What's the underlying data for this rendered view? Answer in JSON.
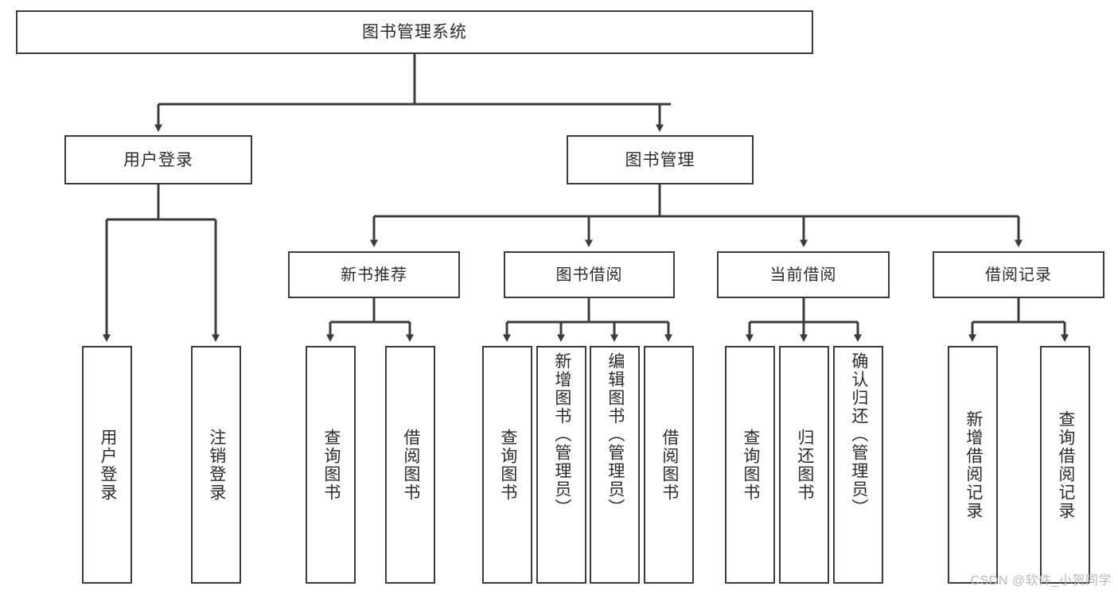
{
  "diagram": {
    "type": "tree-hierarchy",
    "title": "图书管理系统",
    "root": {
      "label": "图书管理系统"
    },
    "level2": [
      {
        "label": "用户登录"
      },
      {
        "label": "图书管理"
      }
    ],
    "level3": [
      {
        "label": "新书推荐"
      },
      {
        "label": "图书借阅"
      },
      {
        "label": "当前借阅"
      },
      {
        "label": "借阅记录"
      }
    ],
    "leaves": {
      "user_login": [
        {
          "label": "用户登录"
        },
        {
          "label": "注销登录"
        }
      ],
      "new_book_recommend": [
        {
          "label": "查询图书"
        },
        {
          "label": "借阅图书"
        }
      ],
      "book_borrow": [
        {
          "label": "查询图书"
        },
        {
          "label": "新增图书（管理员）"
        },
        {
          "label": "编辑图书（管理员）"
        },
        {
          "label": "借阅图书"
        }
      ],
      "current_borrow": [
        {
          "label": "查询图书"
        },
        {
          "label": "归还图书"
        },
        {
          "label": "确认归还（管理员）"
        }
      ],
      "borrow_record": [
        {
          "label": "新增借阅记录"
        },
        {
          "label": "查询借阅记录"
        }
      ]
    }
  },
  "colors": {
    "border": "#3b3b3b",
    "text": "#2b2b2b",
    "background": "#ffffff",
    "watermark": "#b9b9b9"
  },
  "watermark": {
    "text": "CSDN @软件_小贺同学"
  }
}
